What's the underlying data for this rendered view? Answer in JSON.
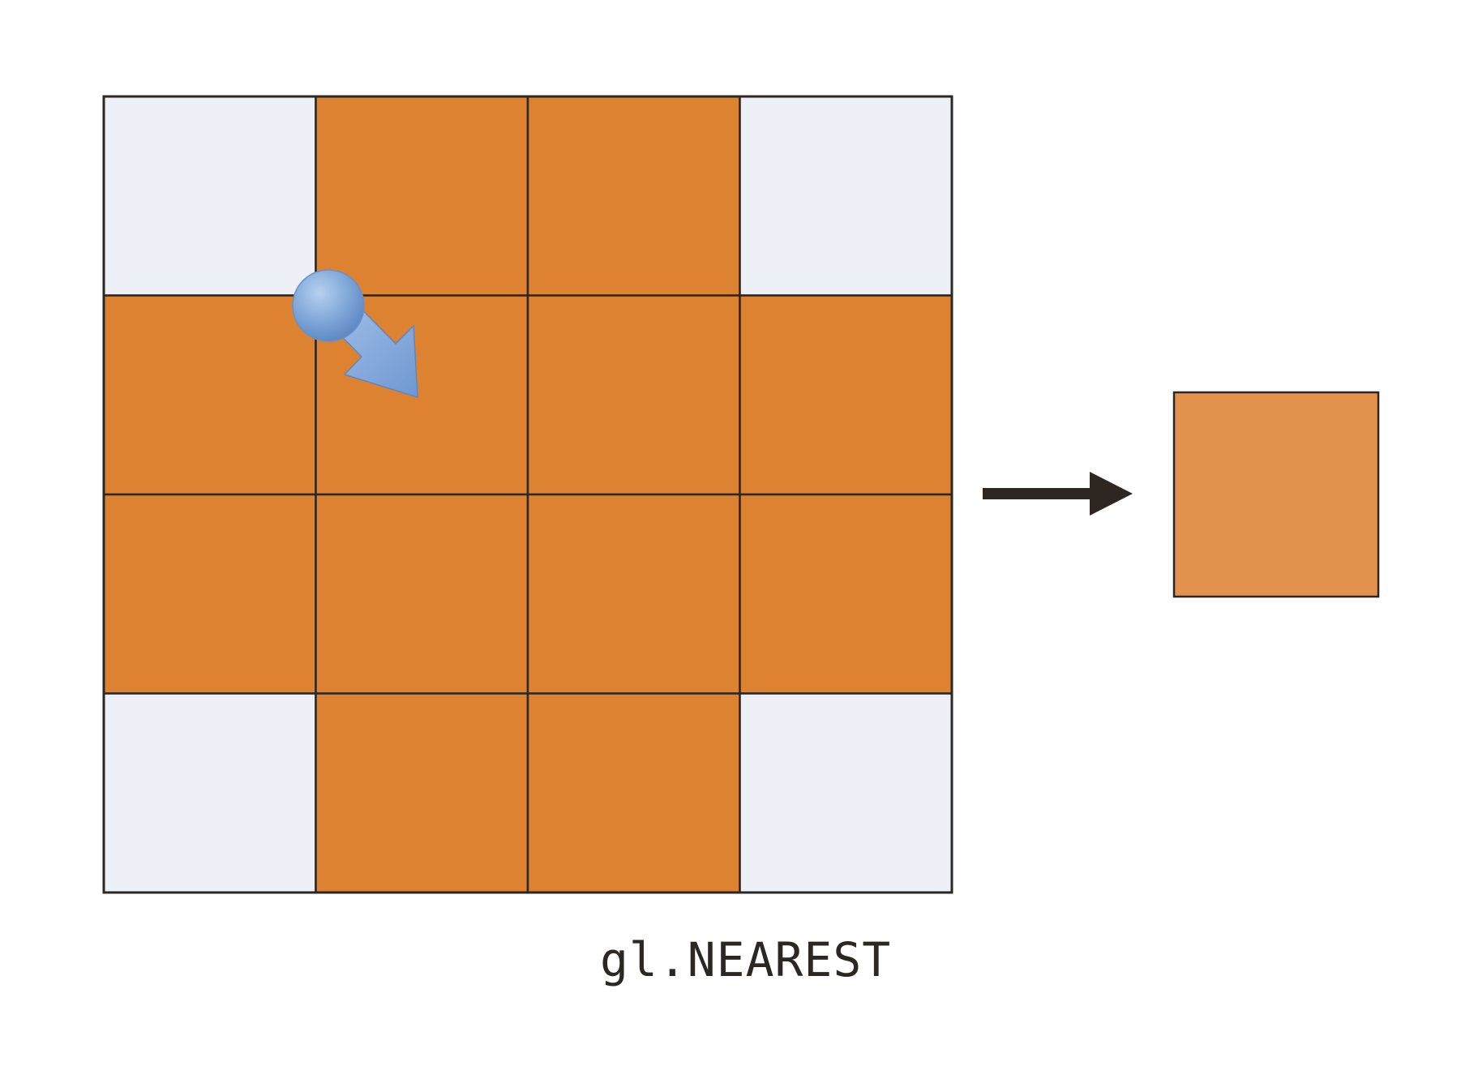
{
  "diagram": {
    "caption": "gl.NEAREST",
    "grid": {
      "rows": 4,
      "cols": 4,
      "cells": [
        [
          "light",
          "orange",
          "orange",
          "light"
        ],
        [
          "orange",
          "orange",
          "orange",
          "orange"
        ],
        [
          "orange",
          "orange",
          "orange",
          "orange"
        ],
        [
          "light",
          "orange",
          "orange",
          "light"
        ]
      ],
      "pointer_cell": [
        1,
        1
      ]
    },
    "colors": {
      "orange": "#dc8230",
      "light": "#edf1f7",
      "result": "#e4934e",
      "border": "#2b2722",
      "arrow": "#2e2620",
      "pointer": "#7fa6d9"
    }
  }
}
